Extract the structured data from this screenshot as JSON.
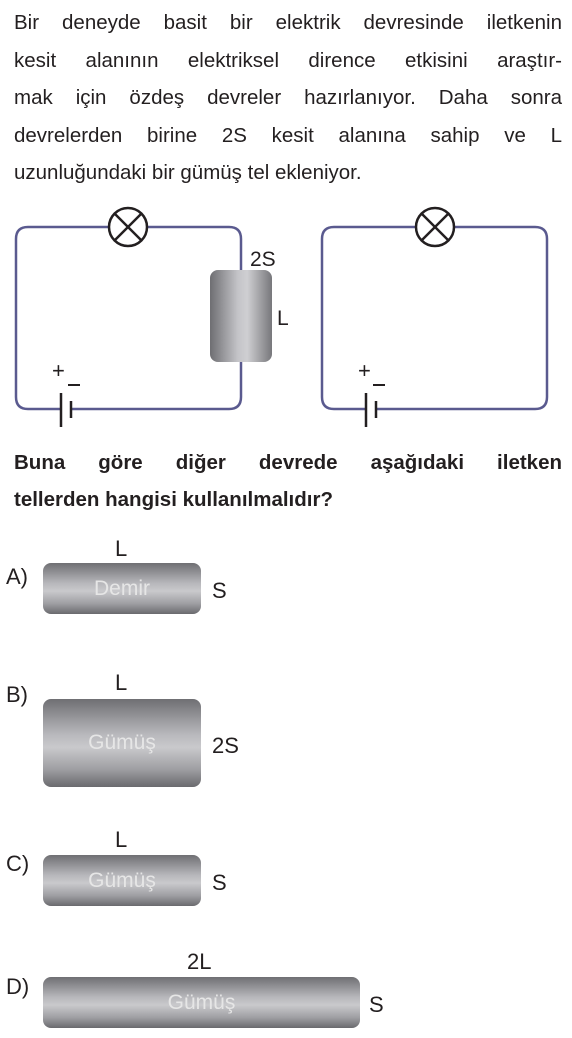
{
  "intro_lines": [
    "Bir deneyde basit bir elektrik devresinde iletkenin",
    "kesit alanının elektriksel dirence etkisini araştır-",
    "mak için özdeş devreler hazırlanıyor. Daha sonra",
    "devrelerden birine 2S kesit alanına sahip ve L",
    "uzunluğundaki bir gümüş tel ekleniyor."
  ],
  "circuit": {
    "left_area_label": "2S",
    "left_length_label": "L",
    "left_plus": "+",
    "right_plus": "+"
  },
  "question_lines": [
    "Buna göre diğer devrede aşağıdaki iletken",
    "tellerden hangisi kullanılmalıdır?"
  ],
  "options": [
    {
      "letter": "A)",
      "length": "L",
      "material": "Demir",
      "area": "S"
    },
    {
      "letter": "B)",
      "length": "L",
      "material": "Gümüş",
      "area": "2S"
    },
    {
      "letter": "C)",
      "length": "L",
      "material": "Gümüş",
      "area": "S"
    },
    {
      "letter": "D)",
      "length": "2L",
      "material": "Gümüş",
      "area": "S"
    }
  ],
  "colors": {
    "wire_circuit": "#5a5a8f",
    "text": "#231f20",
    "metal_mid": "#c9c9cc",
    "metal_edge": "#6a6a6e"
  }
}
